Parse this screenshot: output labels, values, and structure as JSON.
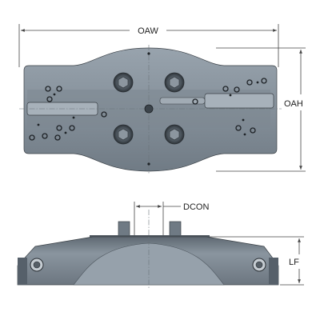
{
  "labels": {
    "overall_width": "OAW",
    "overall_height": "OAH",
    "connection_diameter": "DCON",
    "functional_length": "LF"
  },
  "colors": {
    "body_light": "#8f9aa4",
    "body_mid": "#78838d",
    "body_dark": "#5c666f",
    "line": "#3a4046",
    "dimension": "#444444",
    "hole": "#1e2226"
  }
}
